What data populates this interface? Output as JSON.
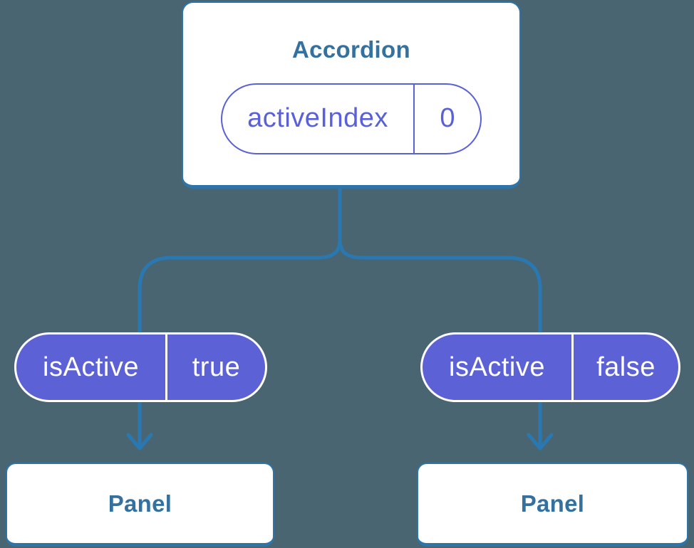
{
  "colors": {
    "background": "#4A6572",
    "connector": "#2A78B2",
    "card_border": "#2F74A8",
    "card_fill": "#FFFFFF",
    "heading_text": "#35719F",
    "state_purple": "#5A60D8",
    "prop_fill": "#5C62D6",
    "prop_text": "#FFFFFF"
  },
  "root_card": {
    "title": "Accordion",
    "state": {
      "name": "activeIndex",
      "value": "0"
    }
  },
  "prop_pills": [
    {
      "name": "isActive",
      "value": "true"
    },
    {
      "name": "isActive",
      "value": "false"
    }
  ],
  "panels": [
    {
      "title": "Panel"
    },
    {
      "title": "Panel"
    }
  ]
}
